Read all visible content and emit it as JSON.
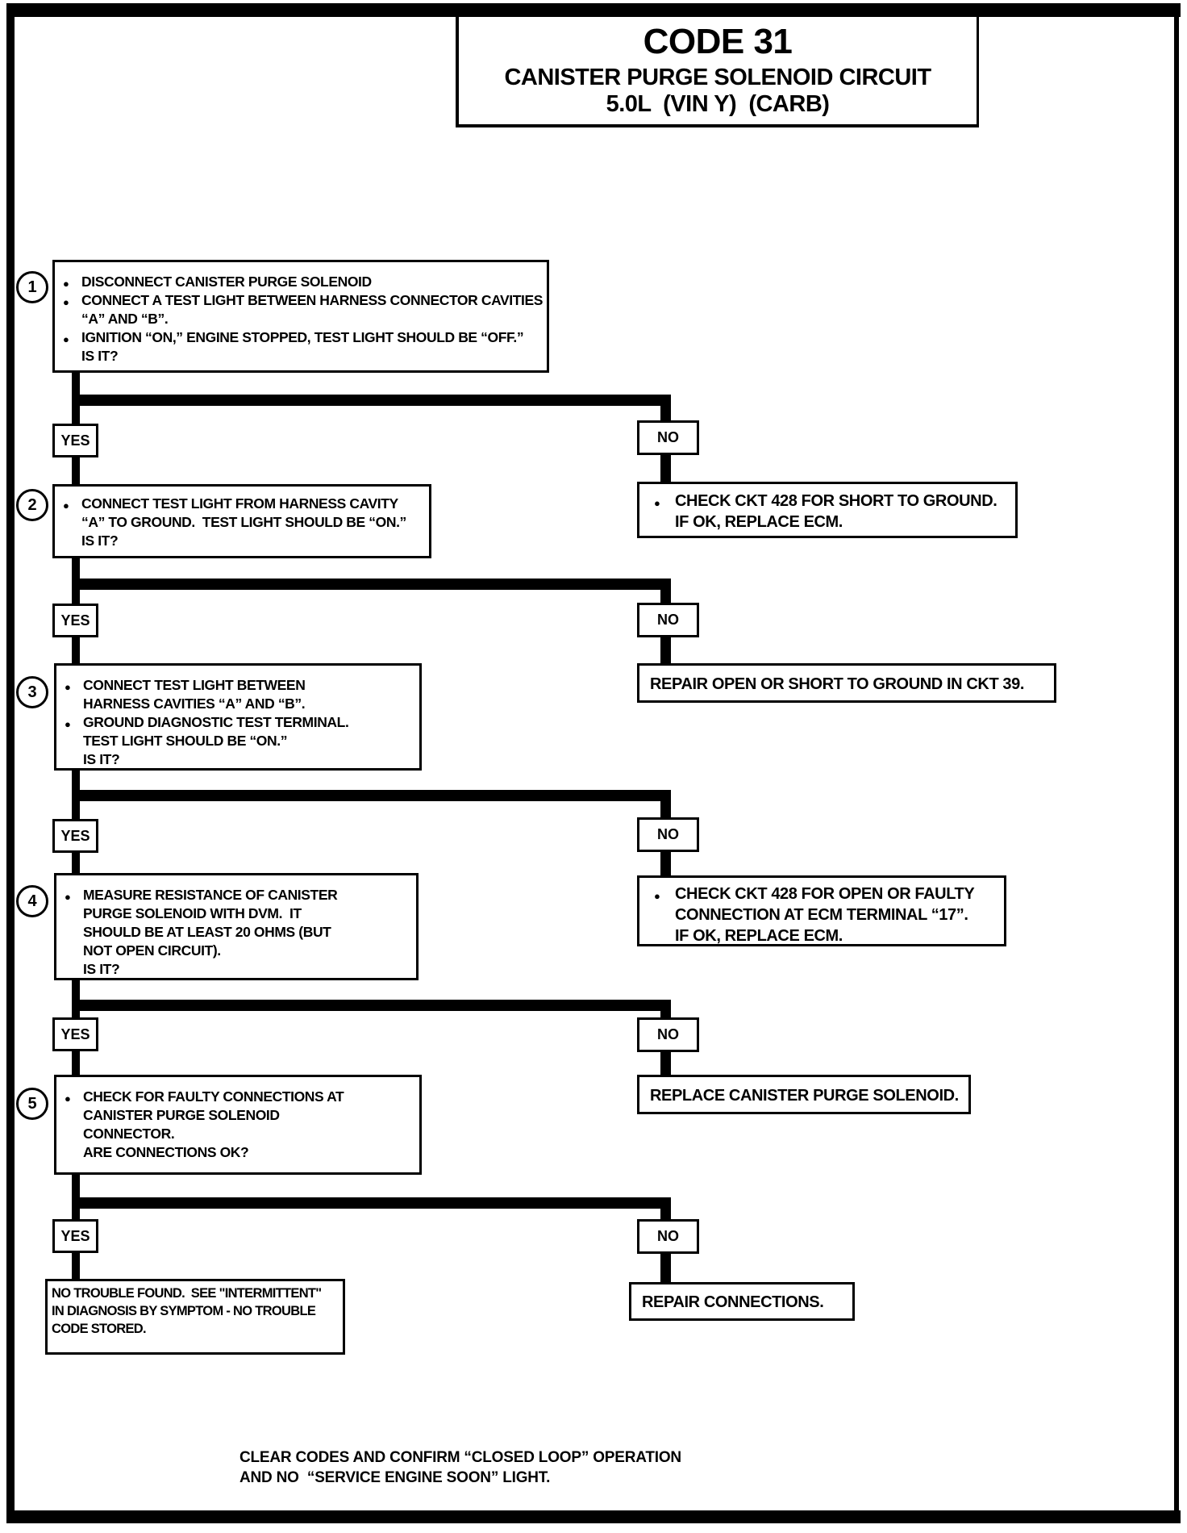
{
  "page": {
    "title": {
      "line1": "CODE 31",
      "line2": "CANISTER PURGE SOLENOID CIRCUIT",
      "line3": "5.0L  (VIN Y)  (CARB)"
    },
    "footer": {
      "line1": "CLEAR CODES AND CONFIRM “CLOSED LOOP” OPERATION",
      "line2": "AND NO  “SERVICE ENGINE SOON” LIGHT."
    },
    "ink_color": "#000000",
    "paper_color": "#ffffff"
  },
  "icons": {
    "bullet": "●"
  },
  "labels": {
    "yes": "YES",
    "no": "NO"
  },
  "steps": [
    {
      "number": "1",
      "lines": [
        "DISCONNECT CANISTER PURGE SOLENOID",
        "CONNECT A TEST LIGHT BETWEEN HARNESS CONNECTOR CAVITIES",
        "“A” AND “B”.",
        "IGNITION “ON,” ENGINE STOPPED, TEST LIGHT SHOULD BE “OFF.”",
        "IS IT?"
      ],
      "no_result_lines": [
        "CHECK CKT 428 FOR SHORT TO GROUND.",
        "IF OK, REPLACE ECM."
      ]
    },
    {
      "number": "2",
      "lines": [
        "CONNECT TEST LIGHT FROM HARNESS CAVITY",
        "“A” TO GROUND.  TEST LIGHT SHOULD BE “ON.”",
        "IS IT?"
      ],
      "no_result_lines": [
        "REPAIR OPEN OR SHORT TO GROUND IN CKT 39."
      ]
    },
    {
      "number": "3",
      "lines": [
        "CONNECT TEST LIGHT BETWEEN",
        "HARNESS CAVITIES “A” AND “B”.",
        "GROUND DIAGNOSTIC TEST TERMINAL.",
        "TEST LIGHT SHOULD BE “ON.”",
        "IS IT?"
      ],
      "no_result_lines": [
        "CHECK CKT 428 FOR OPEN OR FAULTY",
        "CONNECTION AT ECM TERMINAL “17”.",
        "IF OK, REPLACE ECM."
      ]
    },
    {
      "number": "4",
      "lines": [
        "MEASURE RESISTANCE OF CANISTER",
        "PURGE SOLENOID WITH DVM.  IT",
        "SHOULD BE AT LEAST 20 OHMS (BUT",
        "NOT OPEN CIRCUIT).",
        "IS IT?"
      ],
      "no_result_lines": [
        "REPLACE CANISTER PURGE SOLENOID."
      ]
    },
    {
      "number": "5",
      "lines": [
        "CHECK FOR FAULTY CONNECTIONS AT",
        "CANISTER PURGE SOLENOID",
        "CONNECTOR.",
        "ARE CONNECTIONS OK?"
      ],
      "yes_result_lines": [
        "NO TROUBLE FOUND.  SEE \"INTERMITTENT\"",
        "IN DIAGNOSIS BY SYMPTOM - NO TROUBLE",
        "CODE STORED."
      ],
      "no_result_lines": [
        "REPAIR CONNECTIONS."
      ]
    }
  ]
}
